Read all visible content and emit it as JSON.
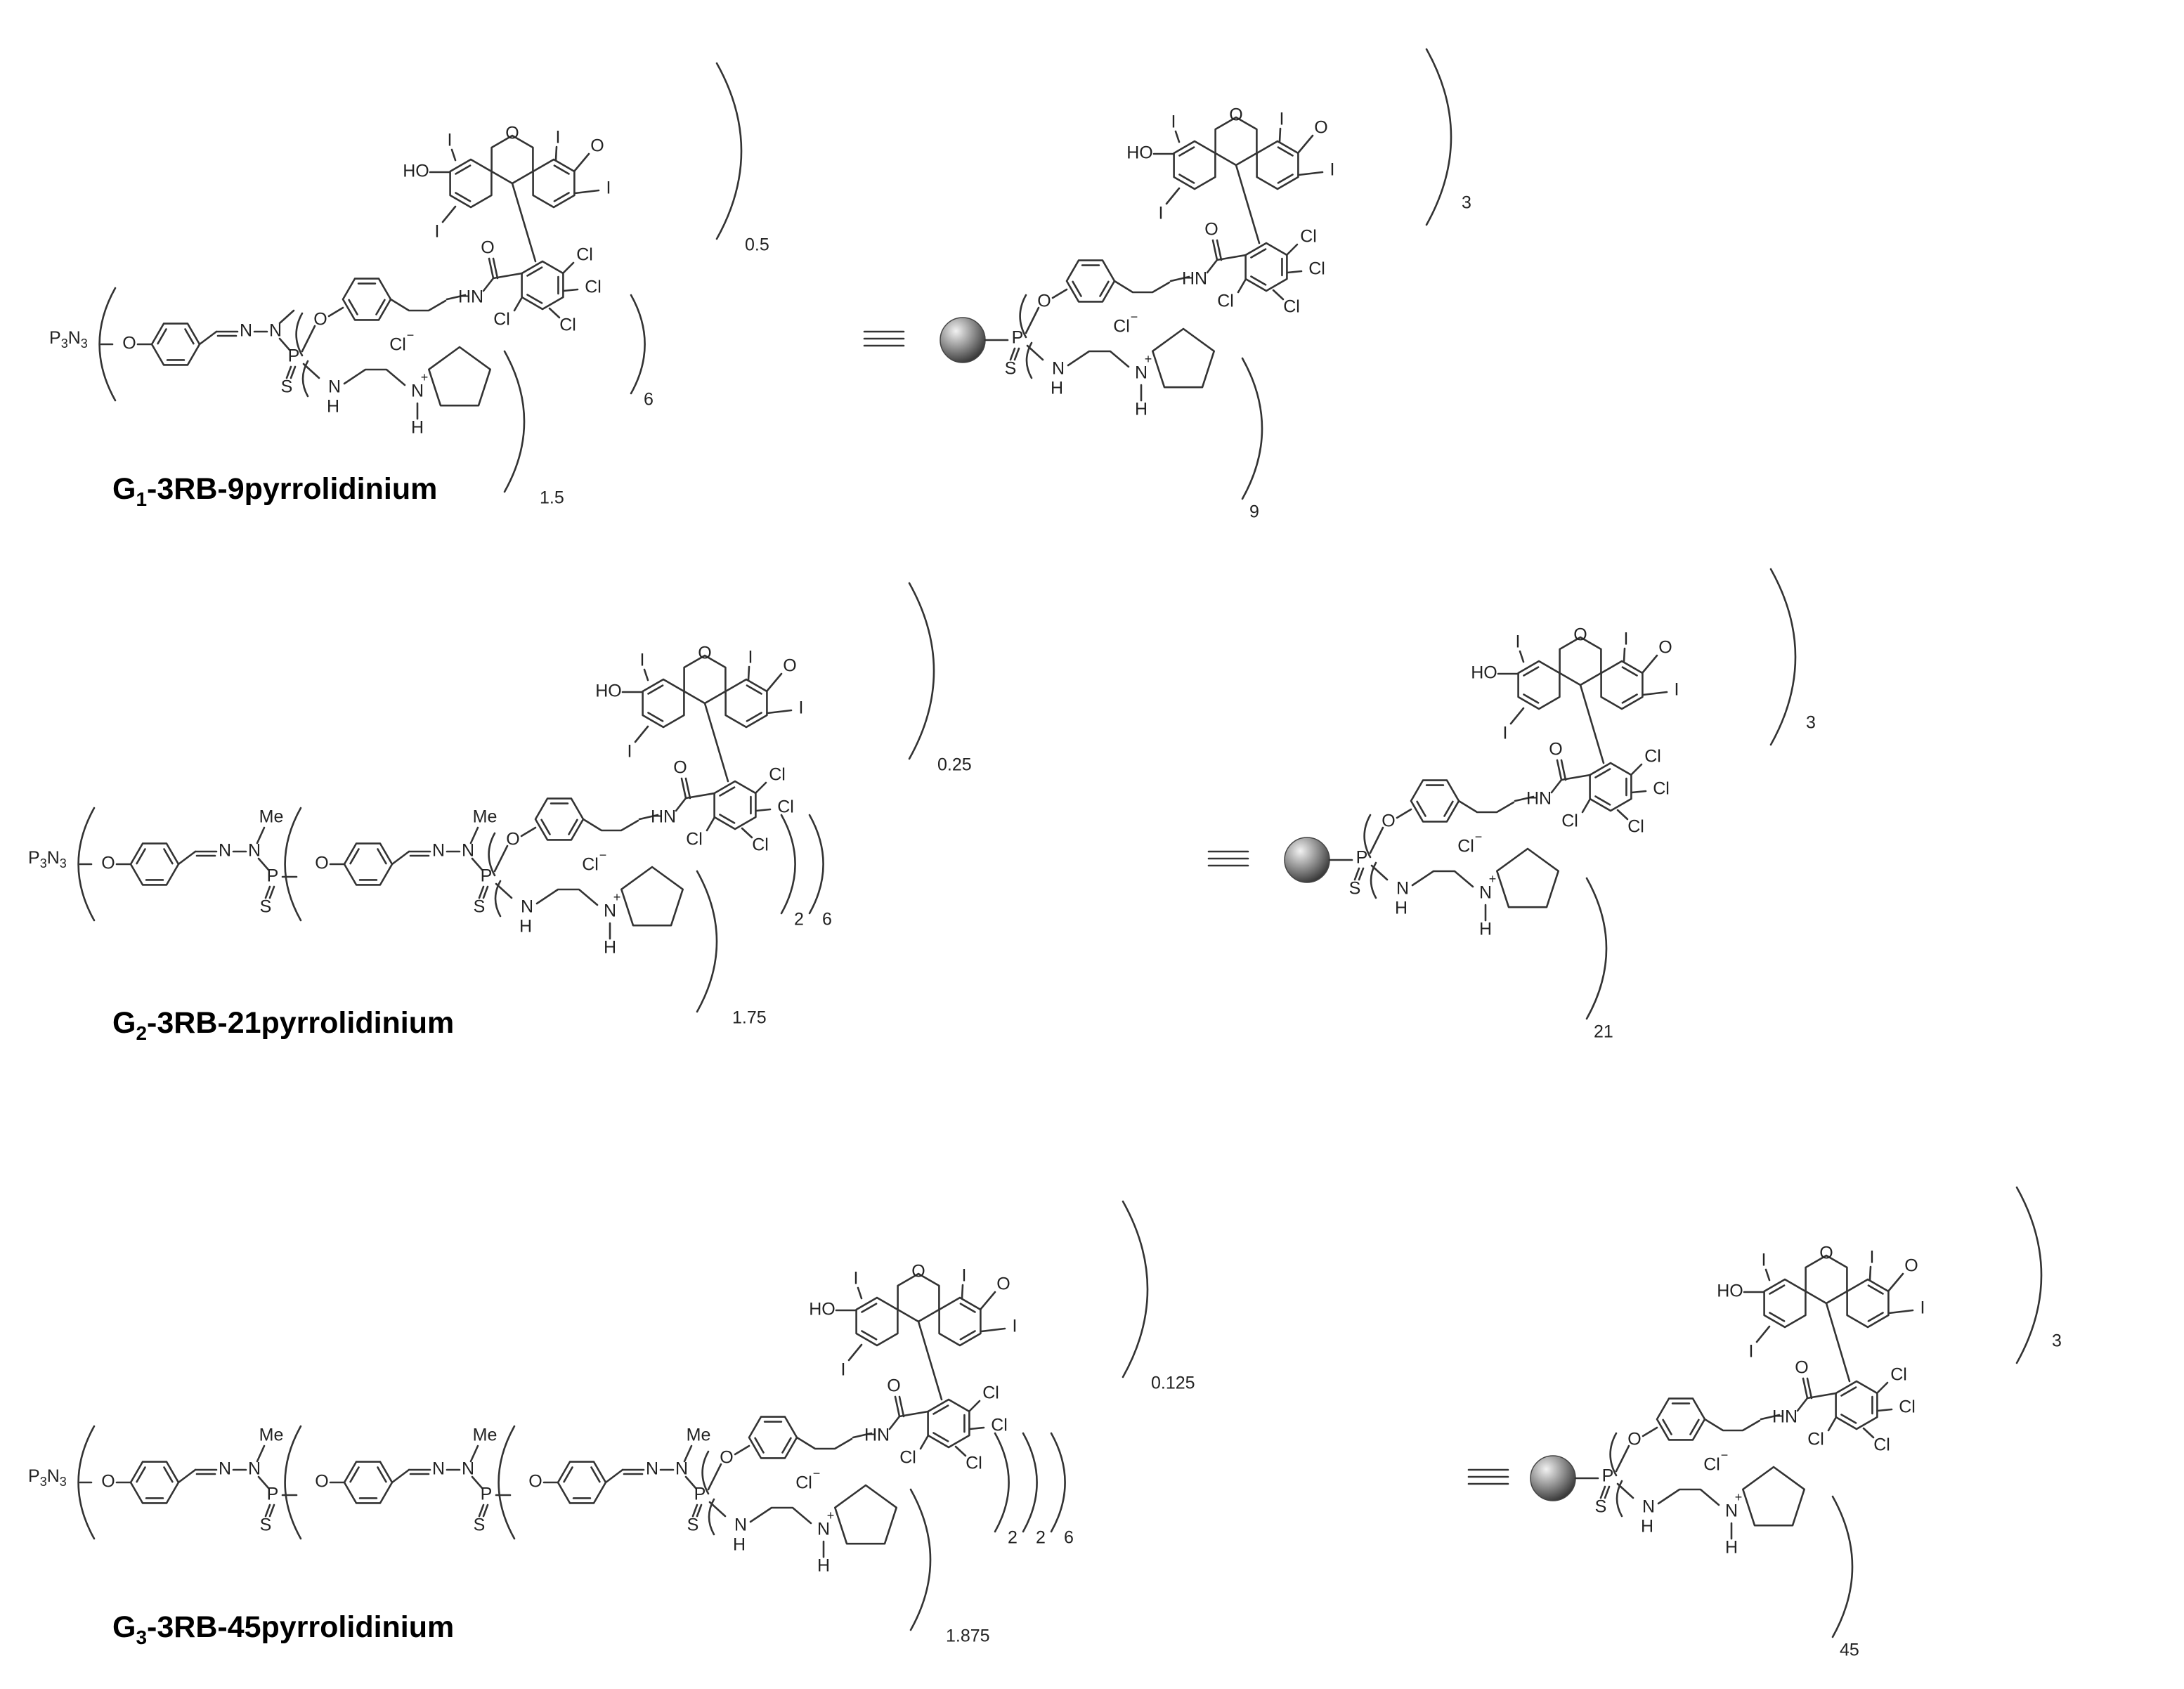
{
  "compounds": [
    {
      "title": {
        "main": "G",
        "sub": "1",
        "rest": "-3RB-9pyrrolidinium"
      },
      "left": {
        "rb_index": "0.5",
        "amine_index": "1.5",
        "outer_indices": [
          "6"
        ]
      },
      "right": {
        "rb_index": "3",
        "amine_index": "9"
      }
    },
    {
      "title": {
        "main": "G",
        "sub": "2",
        "rest": "-3RB-21pyrrolidinium"
      },
      "left": {
        "rb_index": "0.25",
        "amine_index": "1.75",
        "outer_indices": [
          "2",
          "6"
        ]
      },
      "right": {
        "rb_index": "3",
        "amine_index": "21"
      }
    },
    {
      "title": {
        "main": "G",
        "sub": "3",
        "rest": "-3RB-45pyrrolidinium"
      },
      "left": {
        "rb_index": "0.125",
        "amine_index": "1.875",
        "outer_indices": [
          "2",
          "2",
          "6"
        ]
      },
      "right": {
        "rb_index": "3",
        "amine_index": "45"
      }
    }
  ],
  "atoms": {
    "core_P": "P",
    "core_3": "3",
    "core_N": "N",
    "core_3b": "3",
    "O": "O",
    "N": "N",
    "P": "P",
    "S": "S",
    "Me": "Me",
    "HO": "HO",
    "I": "I",
    "Cl": "Cl",
    "HN": "HN",
    "H": "H",
    "Cl_minus": "Cl",
    "minus": "−",
    "plus": "+"
  },
  "colors": {
    "line": "#333333",
    "text": "#222222",
    "sphere_dark": "#333333",
    "sphere_light": "#f2f2f2"
  }
}
